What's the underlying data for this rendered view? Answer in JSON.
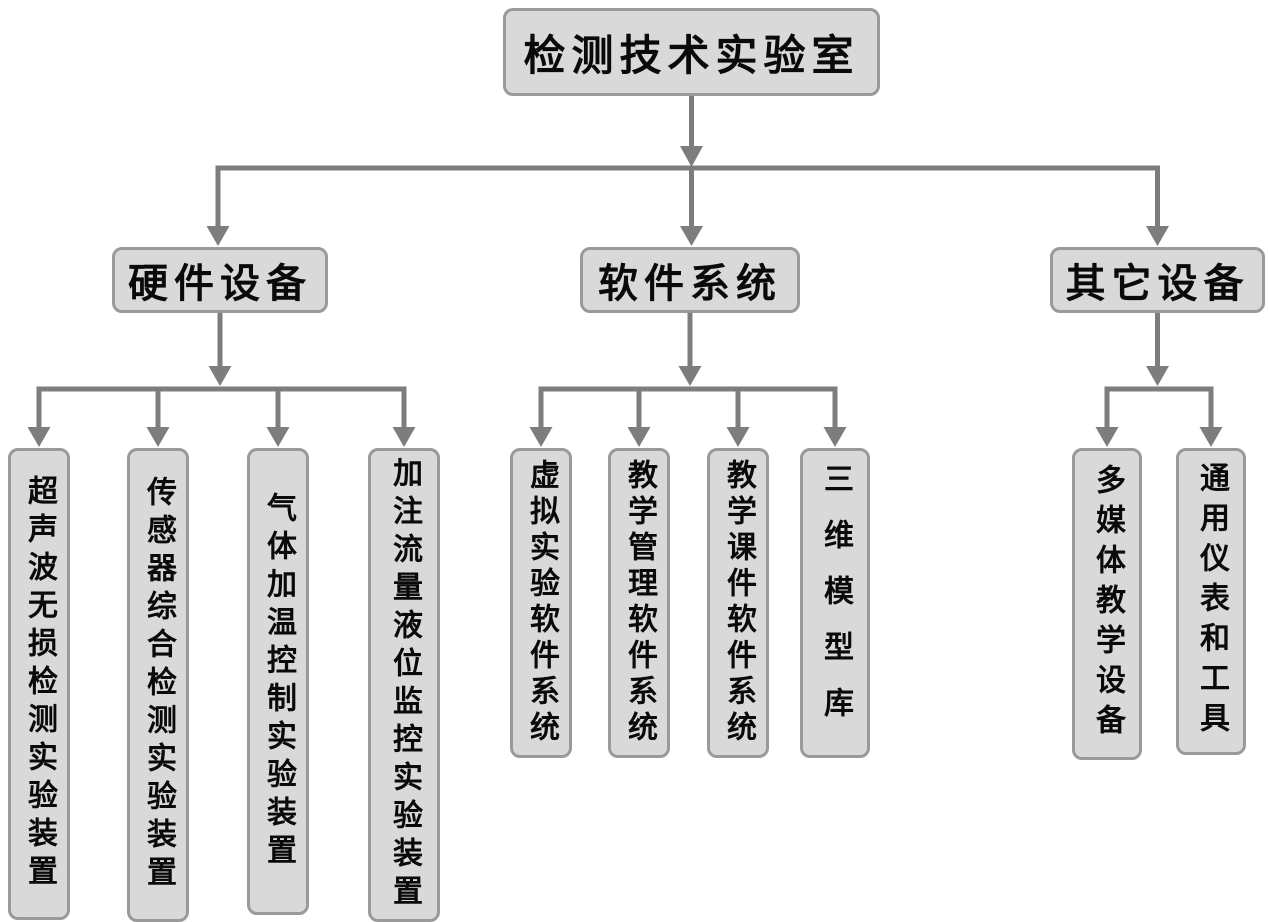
{
  "title": "检测技术实验室",
  "branches": [
    {
      "label": "硬件设备",
      "children": [
        {
          "label": "超声波无损检测实验装置"
        },
        {
          "label": "传感器综合检测实验装置"
        },
        {
          "label": "气体加温控制实验装置"
        },
        {
          "label": "加注流量液位监控实验装置"
        }
      ]
    },
    {
      "label": "软件系统",
      "children": [
        {
          "label": "虚拟实验软件系统"
        },
        {
          "label": "教学管理软件系统"
        },
        {
          "label": "教学课件软件系统"
        },
        {
          "label": "三维模型库"
        }
      ]
    },
    {
      "label": "其它设备",
      "children": [
        {
          "label": "多媒体教学设备"
        },
        {
          "label": "通用仪表和工具"
        }
      ]
    }
  ],
  "colors": {
    "box_fill": "#d9d9d9",
    "box_border": "#9a9a9a",
    "line": "#7d7d7d",
    "text": "#0a0a0a",
    "background": "#ffffff"
  }
}
